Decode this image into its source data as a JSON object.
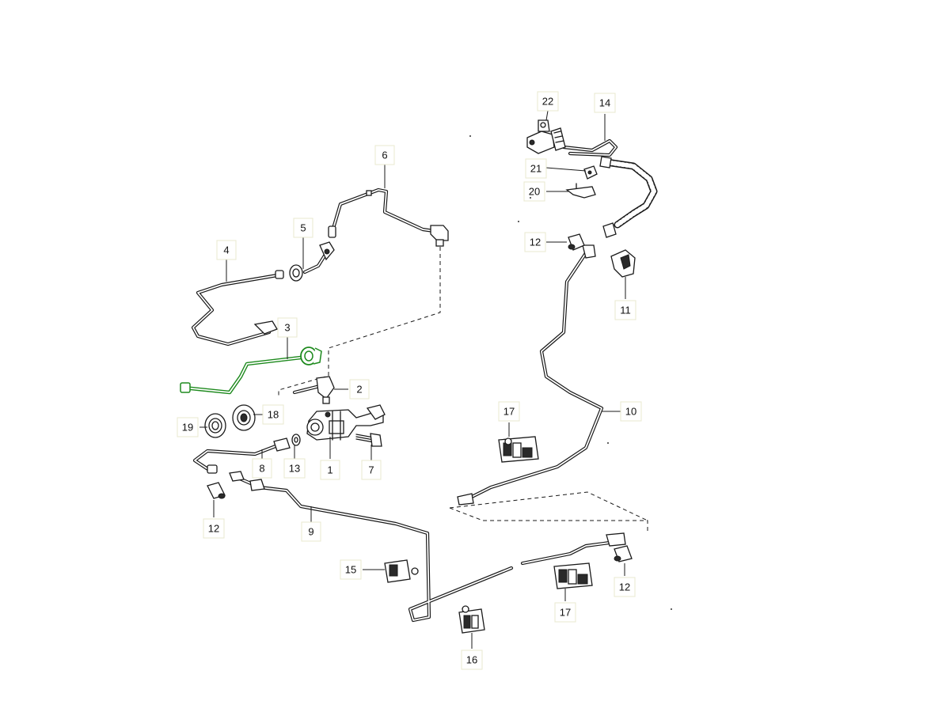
{
  "callouts": {
    "c1": "1",
    "c2": "2",
    "c3": "3",
    "c4": "4",
    "c5": "5",
    "c6": "6",
    "c7": "7",
    "c8": "8",
    "c9": "9",
    "c10": "10",
    "c11": "11",
    "c12a": "12",
    "c12b": "12",
    "c12c": "12",
    "c13": "13",
    "c14": "14",
    "c15": "15",
    "c16": "16",
    "c17a": "17",
    "c17b": "17",
    "c18": "18",
    "c19": "19",
    "c20": "20",
    "c21": "21",
    "c22": "22"
  },
  "colors": {
    "highlight": "#1e8a1e",
    "ink": "#1a1a1a",
    "callout_border": "#e8e8cf"
  }
}
